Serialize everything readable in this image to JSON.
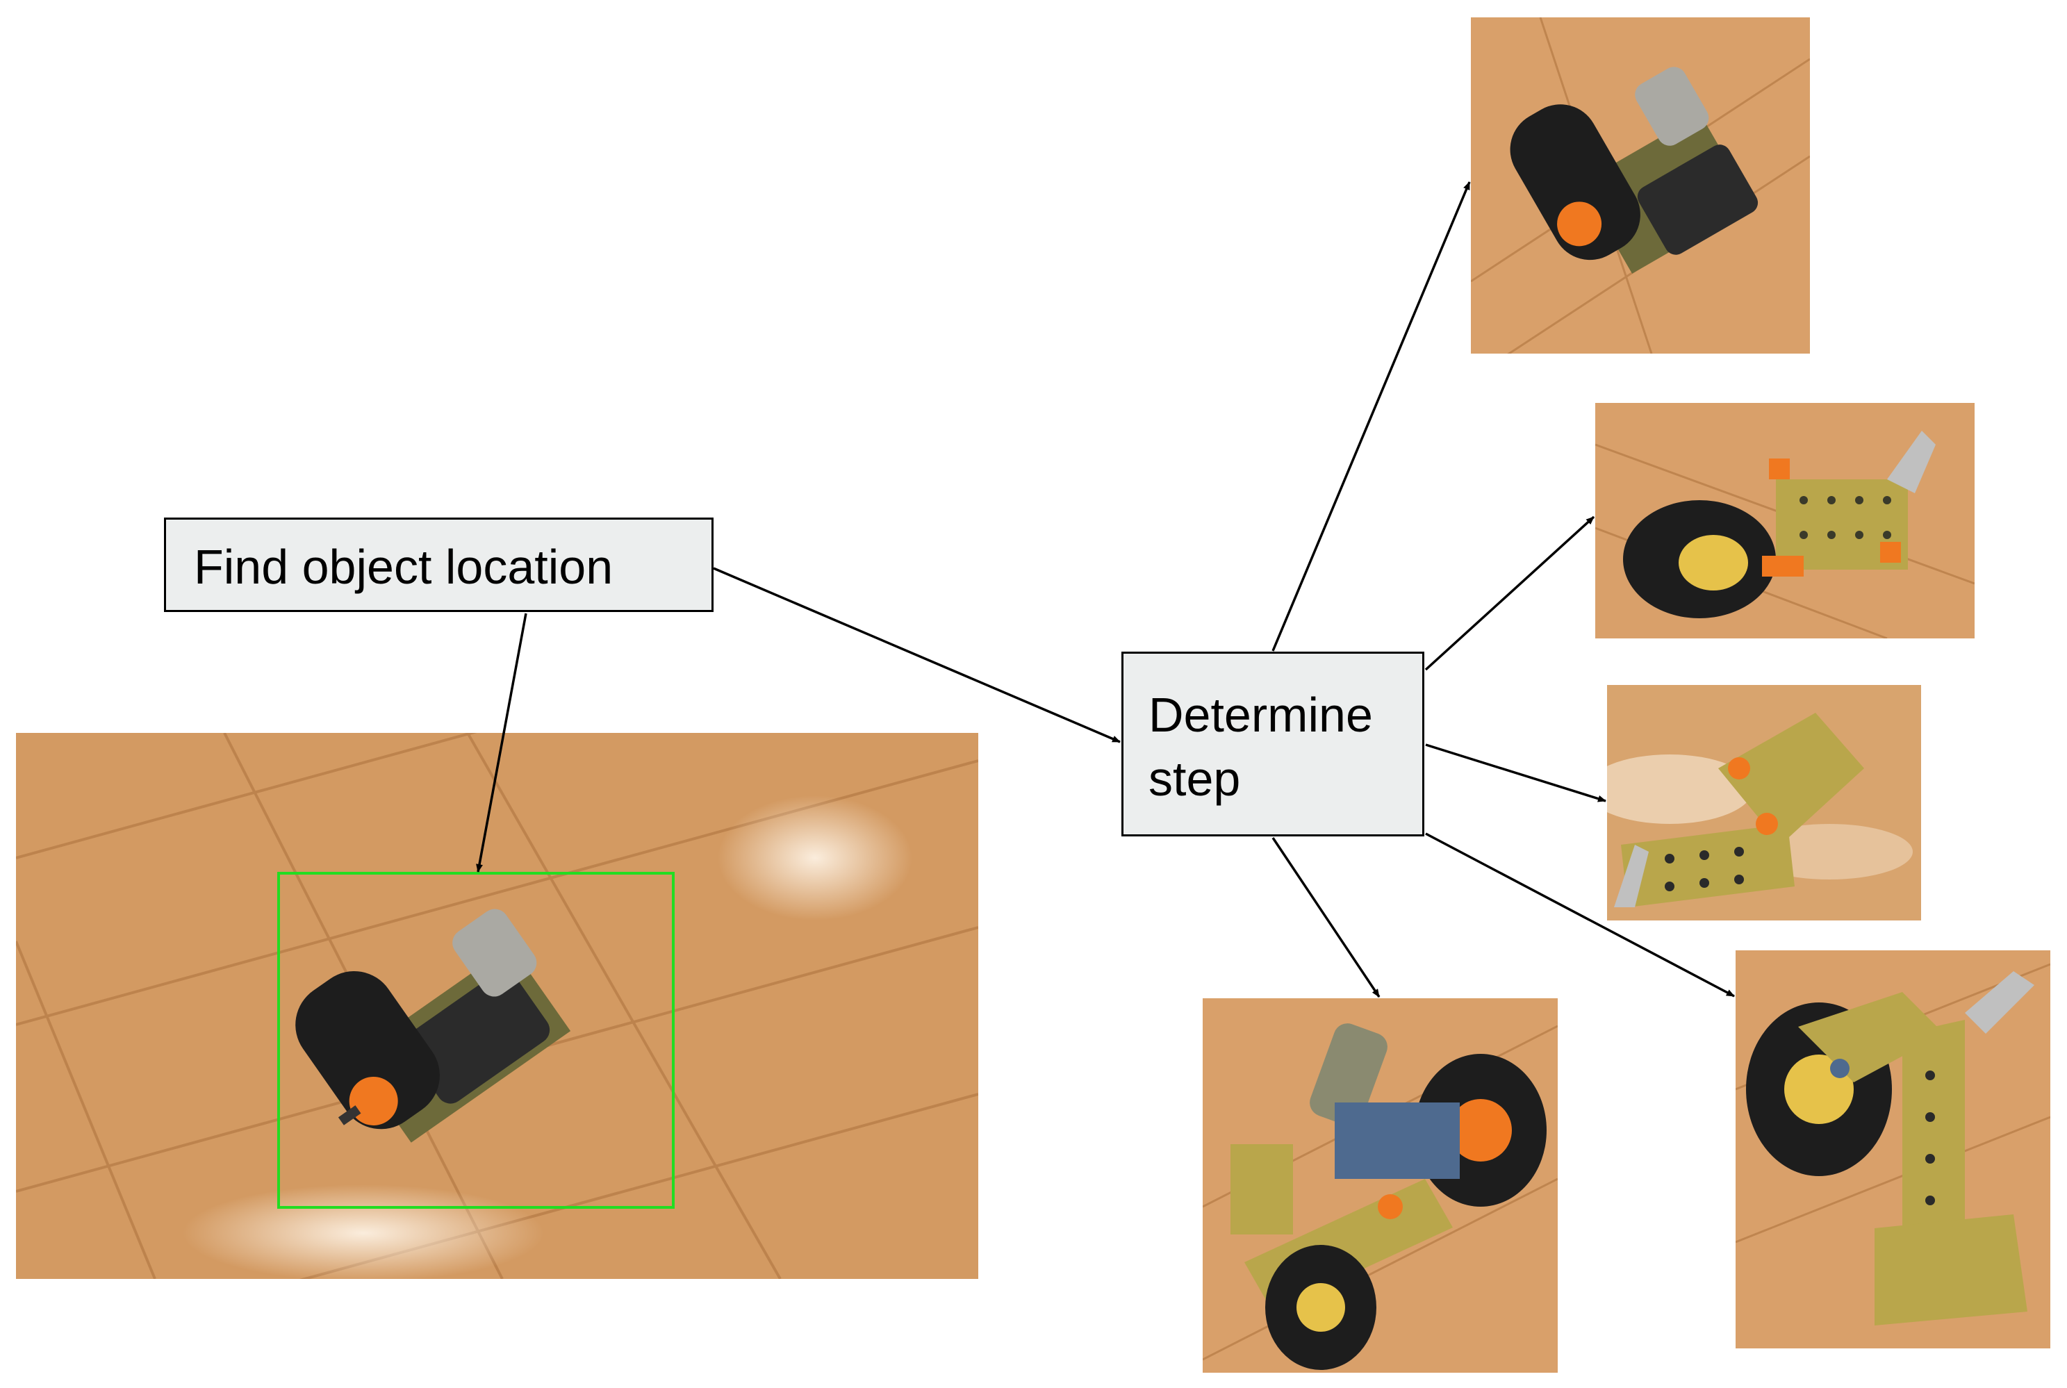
{
  "diagram": {
    "find_box": {
      "label": "Find object location"
    },
    "step_box": {
      "line1": "Determine",
      "line2": "step"
    },
    "photos": [
      {
        "name": "input-photo",
        "description": "robot-chassis-with-wheel-on-wood-floor",
        "detection_box_color": "#22dd22"
      },
      {
        "name": "step-photo-1",
        "description": "chassis-with-wheel-and-motor"
      },
      {
        "name": "step-photo-2",
        "description": "wheel-with-frame-assembly"
      },
      {
        "name": "step-photo-3",
        "description": "gold-frame-with-orange-connectors"
      },
      {
        "name": "step-photo-4",
        "description": "near-complete-motorcycle-build"
      },
      {
        "name": "step-photo-5",
        "description": "wheel-with-long-frame-arm"
      }
    ],
    "colors": {
      "box_fill": "#eceeee",
      "box_border": "#000000",
      "arrow": "#000000",
      "detection": "#22dd22"
    }
  }
}
